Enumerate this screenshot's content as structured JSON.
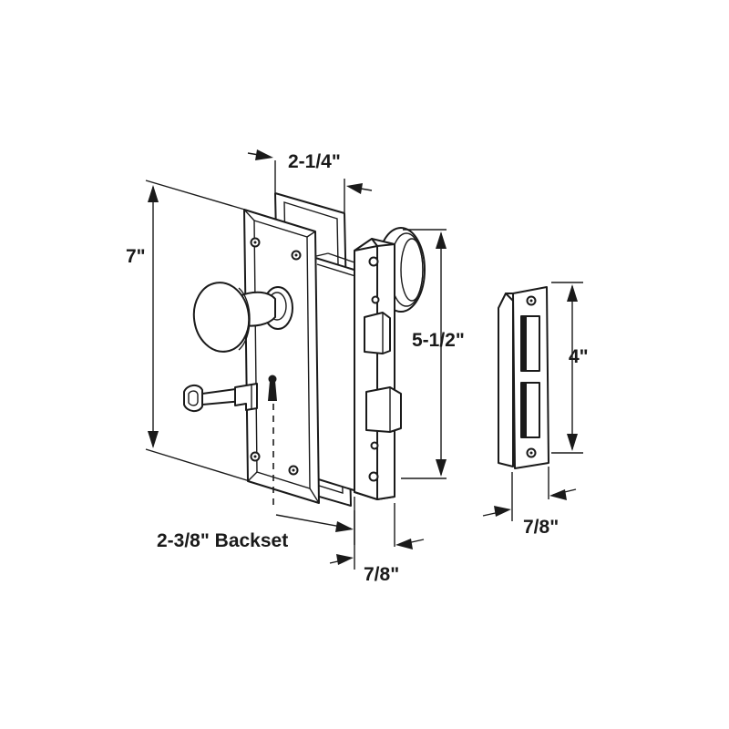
{
  "dimensions": {
    "height_label": "7\"",
    "plate_width_label": "2-1/4\"",
    "lock_body_height_label": "5-1/2\"",
    "strike_height_label": "4\"",
    "backset_label": "2-3/8\" Backset",
    "faceplate_width_label": "7/8\"",
    "strike_width_label": "7/8\""
  }
}
